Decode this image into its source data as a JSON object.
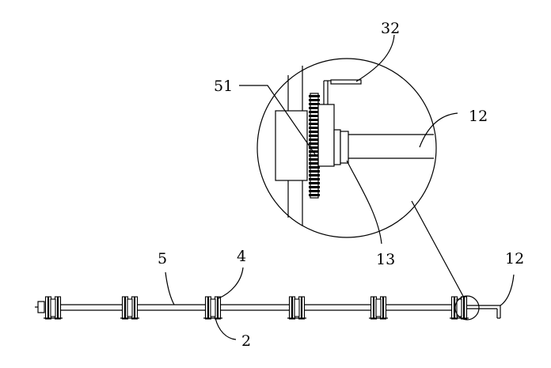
{
  "labels": {
    "l32": "32",
    "l51": "51",
    "l12_detail": "12",
    "l13": "13",
    "l5": "5",
    "l4": "4",
    "l12_shaft": "12",
    "l2": "2"
  }
}
